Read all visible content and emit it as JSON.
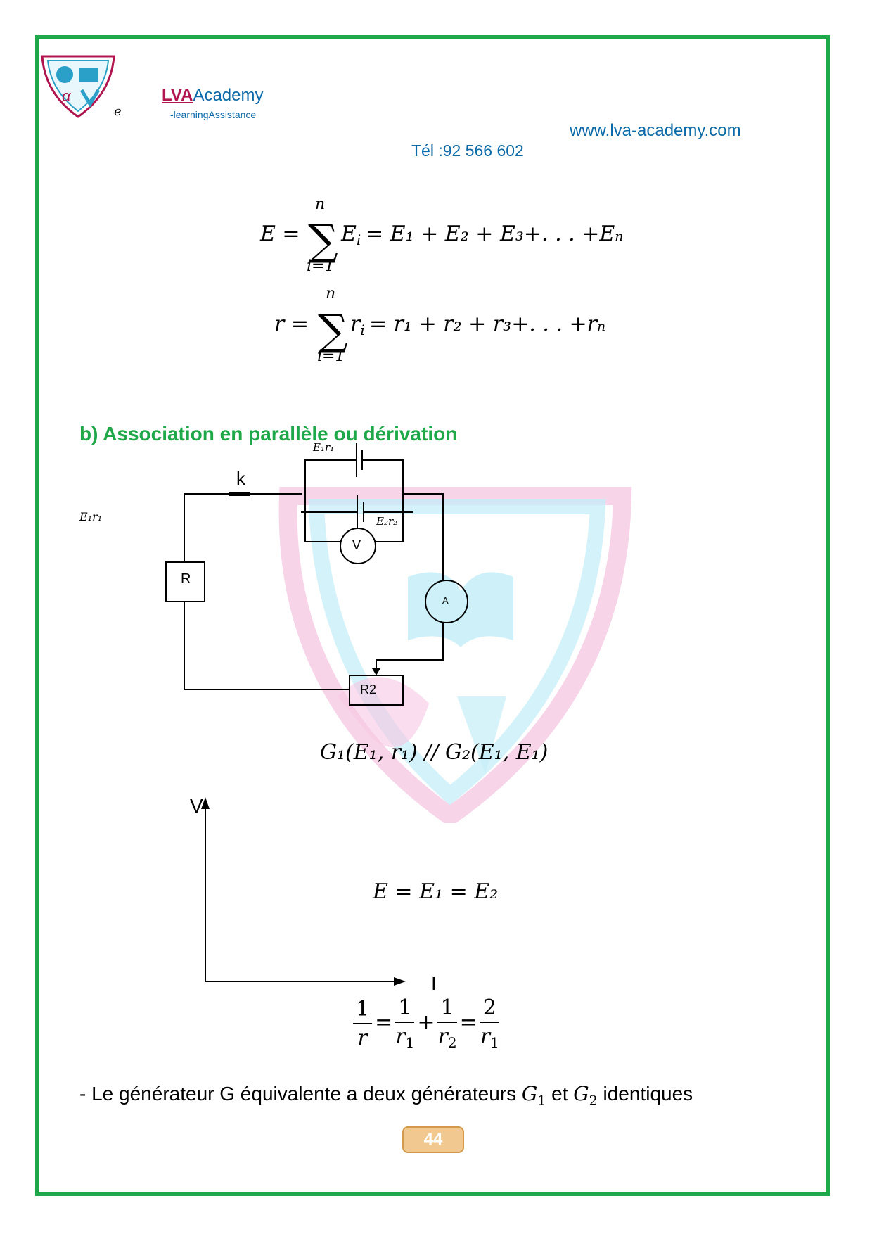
{
  "header": {
    "brand_prefix": "LVA",
    "brand_suffix": "Academy",
    "tagline": "-learningAssistance",
    "logo_letter": "e",
    "website": "www.lva-academy.com",
    "phone": "Tél :92 566 602"
  },
  "equations": {
    "sum_upper": "n",
    "sum_lower": "i=1",
    "emf_lhs": "E =",
    "emf_rhs": "= E₁ + E₂ + E₃+. . . +Eₙ",
    "emf_term": "E",
    "emf_index": "i",
    "res_lhs": "r =",
    "res_rhs": "= r₁ + r₂ + r₃+. . . +rₙ",
    "res_term": "r",
    "res_index": "i"
  },
  "section": {
    "title": "b) Association en parallèle ou dérivation"
  },
  "circuit": {
    "switch_label": "k",
    "gen1_label": "E₁r₁",
    "gen2_label": "E₂r₂",
    "side_label": "E₁r₁",
    "resistor_label": "R",
    "rheostat_label": "R2",
    "voltmeter_label": "V",
    "ammeter_label": "A"
  },
  "association": "G₁(E₁, r₁) // G₂(E₁, E₁)",
  "graph": {
    "y_label": "V",
    "x_label": "I"
  },
  "equality": "E = E₁ = E₂",
  "resistance_formula": {
    "one": "1",
    "two": "2",
    "r": "r",
    "r1": "r",
    "r2": "r",
    "sub1": "1",
    "sub2": "2",
    "eq": "=",
    "plus": "+"
  },
  "conclusion": {
    "before": "- Le générateur G équivalente a deux générateurs",
    "g1": "G",
    "sub1": "1",
    "mid": "et",
    "g2": "G",
    "sub2": "2",
    "after": "identiques"
  },
  "page_number": "44",
  "colors": {
    "frame": "#1fa84a",
    "section_title": "#1fa84a",
    "link_blue": "#0b6aa8",
    "brand_red": "#b0154f",
    "page_badge": "#f0c890",
    "watermark_pink": "#f6b8dc",
    "watermark_cyan": "#b8ecf8"
  }
}
